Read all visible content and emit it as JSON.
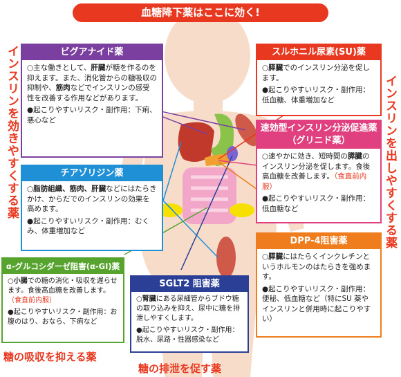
{
  "banner": "血糖降下薬はここに効く!",
  "side_left": "インスリンを効きやすくする薬",
  "side_right": "インスリンを出しやすくする薬",
  "boxes": {
    "biguanide": {
      "title": "ビグアナイド薬",
      "line1_pre": "○主な働きとして、",
      "line1_b1": "肝臓",
      "line1_mid": "が糖を作るのを抑えます。また、消化管からの糖吸収の抑制や、",
      "line1_b2": "筋肉",
      "line1_post": "などでインスリンの感受性を改善する作用などがあります。",
      "risk": "●起こりやすいリスク・副作用：下痢、悪心など"
    },
    "thiazolidine": {
      "title": "チアゾリジン薬",
      "line1_pre": "○",
      "line1_b": "脂肪組織、筋肉、肝臓",
      "line1_post": "などにはたらきかけ、からだでのインスリンの効果を高めます。",
      "risk": "●起こりやすいリスク・副作用：むくみ、体重増加など"
    },
    "agi": {
      "title": "α-グルコシダーゼ阻害(α-GI)薬",
      "line1_pre": "○",
      "line1_b": "小腸",
      "line1_post": "での糖の消化・吸収を遅らせます。食後高血糖を改善します。",
      "note": "（食直前内服）",
      "risk": "●起こりやすいリスク・副作用：お腹のはり、おなら、下痢など"
    },
    "sglt2": {
      "title": "SGLT2 阻害薬",
      "line1_pre": "○",
      "line1_b": "腎臓",
      "line1_post": "にある尿細管からブドウ糖の取り込みを抑え、尿中に糖を排泄しやすくします。",
      "risk": "●起こりやすいリスク・副作用：脱水、尿路・性器感染など"
    },
    "su": {
      "title": "スルホニル尿素(SU)薬",
      "line1_pre": "○",
      "line1_b": "膵臓",
      "line1_post": "でのインスリン分泌を促します。",
      "risk": "●起こりやすいリスク・副作用：低血糖、体重増加など"
    },
    "glinide": {
      "title": "速効型インスリン分泌促進薬（グリニド薬）",
      "line1_pre": "○速やかに効き、短時間の",
      "line1_b": "膵臓",
      "line1_post": "のインスリン分泌を促します。食後高血糖を改善します。",
      "note": "（食直前内服）",
      "risk": "●起こりやすいリスク・副作用：低血糖など"
    },
    "dpp4": {
      "title": "DPP-4阻害薬",
      "line1_pre": "○",
      "line1_b": "膵臓",
      "line1_post": "にはたらくインクレチンというホルモンのはたらきを強めます。",
      "risk": "●起こりやすいリスク・副作用：便秘、低血糖など（特にSU 薬やインスリンと併用時に起こりやすい）"
    }
  },
  "bottom_left": "糖の吸収を抑える薬",
  "bottom_center": "糖の排泄を促す薬",
  "colors": {
    "red": "#e8381f",
    "purple": "#7b3fa0",
    "blue": "#1f8fd6",
    "green": "#56a32d",
    "navy": "#2a3f95",
    "pink": "#e0407f",
    "orange": "#f07d1d",
    "skin": "#f7dcc9"
  }
}
